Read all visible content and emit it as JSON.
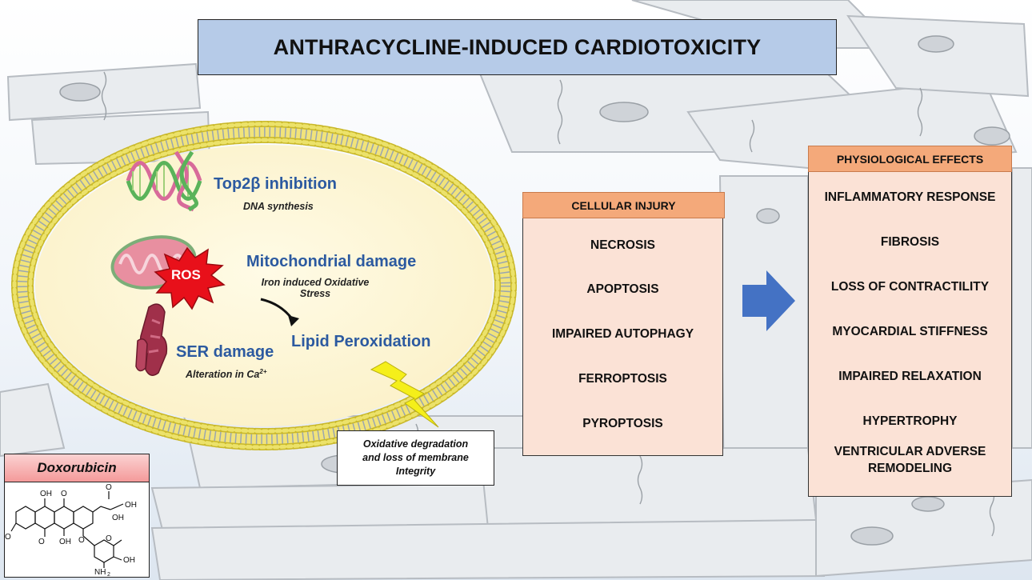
{
  "title": "ANTHRACYCLINE-INDUCED CARDIOTOXICITY",
  "cell": {
    "top2b": {
      "heading": "Top2β inhibition",
      "sub": "DNA synthesis"
    },
    "mito": {
      "heading": "Mitochondrial damage",
      "sub_line1": "Iron induced Oxidative",
      "sub_line2": "Stress"
    },
    "ros_label": "ROS",
    "ser": {
      "heading": "SER damage",
      "sub": "Alteration in Ca",
      "sub_sup": "2+"
    },
    "lipid": "Lipid Peroxidation"
  },
  "membrane_note": {
    "line1": "Oxidative degradation",
    "line2": "and loss of membrane",
    "line3": "Integrity"
  },
  "cellular_injury": {
    "header": "CELLULAR INJURY",
    "items": [
      "NECROSIS",
      "APOPTOSIS",
      "IMPAIRED AUTOPHAGY",
      "FERROPTOSIS",
      "PYROPTOSIS"
    ]
  },
  "physiological_effects": {
    "header": "PHYSIOLOGICAL EFFECTS",
    "items": [
      "INFLAMMATORY RESPONSE",
      "FIBROSIS",
      "LOSS OF CONTRACTILITY",
      "MYOCARDIAL STIFFNESS",
      "IMPAIRED RELAXATION",
      "HYPERTROPHY"
    ],
    "last_line1": "VENTRICULAR ADVERSE",
    "last_line2": "REMODELING"
  },
  "doxorubicin": {
    "header": "Doxorubicin",
    "atoms": {
      "oh": "OH",
      "o": "O",
      "nh2": "NH",
      "nh2_sub": "2"
    }
  },
  "colors": {
    "title_fill": "#b6cbe8",
    "panel_fill": "#fbe2d6",
    "panel_header": "#f4a97a",
    "heading_blue": "#2c5aa0",
    "arrow_blue": "#4472c4",
    "ros_red": "#e8101a",
    "bolt_yellow": "#f5ef1a"
  },
  "icons": [
    "dna-icon",
    "mitochondrion-icon",
    "ros-burst-icon",
    "ser-icon",
    "lightning-icon",
    "curved-arrow-icon",
    "right-arrow-icon"
  ]
}
